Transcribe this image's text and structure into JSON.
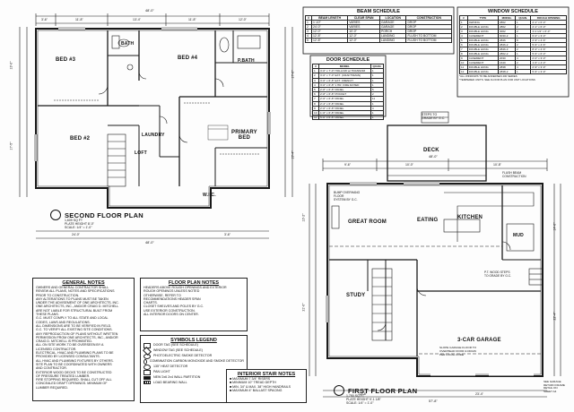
{
  "second_floor": {
    "title": "SECOND FLOOR PLAN",
    "subtitle_lines": [
      "1,609 SQ FT",
      "PLATE HEIGHT 8'-0\"",
      "SCALE: 1/4\" = 1'-0\""
    ],
    "rooms": {
      "bath": "BATH",
      "bed3": "BED #3",
      "bed4": "BED #4",
      "pbath": "P.BATH",
      "bed2": "BED #2",
      "laundry": "LAUNDRY",
      "loft": "LOFT",
      "primary_bed": "PRIMARY\nBED",
      "wic": "W.I.C."
    },
    "dims": {
      "top1": "3'-6\"",
      "top2": "11'-8\"",
      "top3": "13'-4\"",
      "top4": "11'-8\"",
      "top5": "12'-0\"",
      "overall_top": "48'-0\"",
      "overall_bottom": "48'-0\"",
      "left1": "13'-0\"",
      "left2": "17'-5\"",
      "right1": "17'-0\"",
      "right2": "19'-4\"",
      "bottom1": "24'-0\"",
      "bottom2": "3'-6\""
    }
  },
  "first_floor": {
    "title": "FIRST FLOOR PLAN",
    "subtitle_lines": [
      "1,750 SQ FT",
      "PLATE HEIGHT 9'-1 1/8\"",
      "SCALE: 1/4\" = 1'-0\""
    ],
    "rooms": {
      "deck": "DECK",
      "great_room": "GREAT ROOM",
      "eating": "EATING",
      "kitchen": "KITCHEN",
      "mud": "MUD",
      "study": "STUDY",
      "garage": "3-CAR GARAGE"
    },
    "notes": {
      "stairs": "STEPS TO\nGRADE BY G.C.",
      "overhang": "BUMP OVERHANG\nFLOOR\nSYSTEM BY G.C.",
      "flush": "FLUSH BEAM\nCONSTRUCTION",
      "wood_steps": "P.T. WOOD STEPS\nTO GRADE BY G.C.",
      "garage_note": "SLOPE GARAGE FLOOR TO\nOVERHEAD DOOR & DRAIN\nPER LOCAL CODE",
      "side_note": "SEE GARAGE\nRETURN FRAME\nDETAIL ON\nSHEET A4"
    },
    "dims": {
      "top1": "9'-6\"",
      "top2": "10'-0\"",
      "top3": "10'-8\"",
      "overall_top": "48'-0\"",
      "left1": "13'-2\"",
      "left2": "21'-0\"",
      "right1": "14'-0\"",
      "right2": "22'-4\"",
      "bottom1": "12'-8\"",
      "bottom2": "23'-4\"",
      "overall_bottom": "57'-8\""
    }
  },
  "beam_schedule": {
    "title": "BEAM SCHEDULE",
    "headers": [
      "#",
      "BEAM LENGTH",
      "CLEAR SPAN",
      "LOCATION",
      "CONSTRUCTION"
    ],
    "rows": [
      [
        "1",
        "1'-10\"",
        "VARIES",
        "GARAGE",
        "DROP"
      ],
      [
        "2",
        "24'-0\"",
        "VARIES",
        "GARAGE",
        "DROP"
      ],
      [
        "3",
        "12'-0\"",
        "10'-0\"",
        "PORCH",
        "DROP"
      ],
      [
        "4",
        "12'-8\"",
        "12'-0\"",
        "LANDING",
        "FLUSH TO BOTTOM"
      ],
      [
        "5",
        "12'-8\"",
        "12'-0\"",
        "LANDING",
        "FLUSH TO BOTTOM"
      ]
    ]
  },
  "door_schedule": {
    "title": "DOOR SCHEDULE",
    "headers": [
      "#",
      "MODEL",
      "QUAN."
    ],
    "rows": [
      [
        "1",
        "3'-0\" x 7'-0\" HOLLOW w/ TRANSOM",
        "1"
      ],
      [
        "2",
        "3'-0\" x 7'-0\" EXT. (CRAFTSMAN)",
        "1"
      ],
      [
        "3",
        "3'-0\" x 6'-8\" EXT. FRENCH",
        "1"
      ],
      [
        "4",
        "3'-0\" x 6'-8\" 1 HR. FIRE RATED",
        "1"
      ],
      [
        "5",
        "2'-8\" x 6'-8\" PANEL",
        "5"
      ],
      [
        "6",
        "2'-8\" x 6'-8\" POCKET",
        "2"
      ],
      [
        "7",
        "2'-6\" x 6'-8\" PANEL",
        "11"
      ],
      [
        "8",
        "2'-4\" x 6'-8\" PANEL",
        "1"
      ],
      [
        "9",
        "2'-0\" x 6'-8\" PANEL",
        "4"
      ],
      [
        "10",
        "1'-6\" x 6'-8\" PANEL",
        "1"
      ],
      [
        "11",
        "5'-0\" x 6'-8\" PANEL",
        "1"
      ]
    ]
  },
  "window_schedule": {
    "title": "WINDOW SCHEDULE",
    "headers": [
      "#",
      "TYPE",
      "MODEL",
      "QUAN.",
      "ROUGH OPENING"
    ],
    "rows": [
      [
        "1",
        "AWNING",
        "2862",
        "1",
        "2'-1\" x 6'-0\""
      ],
      [
        "2",
        "DOUBLE HUNG",
        "2862",
        "2",
        "2'-1\" x 6'-0\""
      ],
      [
        "3",
        "DOUBLE HUNG",
        "3062",
        "2",
        "3'-0 1/2\" x 6'-0\""
      ],
      [
        "4",
        "CASEMENT",
        "6030-2",
        "1",
        "6'-0\" x 3'-0\""
      ],
      [
        "5",
        "DOUBLE HUNG",
        "2846",
        "8",
        "2'-9\" x 4'-6\""
      ],
      [
        "6",
        "DOUBLE HUNG",
        "2846-2",
        "2",
        "5'-6\" x 4'-6\""
      ],
      [
        "7",
        "DOUBLE HUNG",
        "2846-3",
        "2",
        "8'-3\" x 4'-6\""
      ],
      [
        "8",
        "DOUBLE HUNG",
        "2862-2",
        "1",
        "5'-6\" x 6'-0\""
      ],
      [
        "9",
        "CASEMENT",
        "2030",
        "4",
        "2'-0\" x 3'-0\""
      ],
      [
        "10",
        "CASEMENT",
        "1640",
        "2",
        "1'-6\" x 4'-0\""
      ],
      [
        "11",
        "DOUBLE HUNG",
        "2838",
        "4",
        "2'-9\" x 3'-9\""
      ],
      [
        "12",
        "DOUBLE HUNG",
        "2838-2",
        "1",
        "5'-6\" x 3'-9\""
      ]
    ],
    "footnotes": [
      "*ALL WINDOWS TO BE ANDERSEN 400 SERIES",
      "*TEMPERED UNITS: SEE FLOOR PLAN FOR UNIT LOCATIONS"
    ]
  },
  "general_notes": {
    "title": "GENERAL NOTES",
    "lines": [
      "OWNERS AND GENERAL CONTRACTOR SHALL",
      "REVIEW ALL PLANS, NOTES AND SPECIFICATIONS",
      "PRIOR TO CONSTRUCTION.",
      "ANY ALTERATIONS TO PLANS MUST BE TAKEN",
      "UNDER THE ADVISEMENT OF ONE ARCHITECTS, INC.",
      "ONE ARCHITECTS, INC., AND/OR CRAIG D. MITCHELL",
      "ARE NOT LIABLE FOR STRUCTURAL BUILT FROM",
      "THESE PLANS.",
      "G.C. MUST COMPLY TO ALL STATE AND LOCAL",
      "CODES, LAWS AND REGULATIONS.",
      "ALL DIMENSIONS ARE TO BE VERIFIED IN FIELD.",
      "G.C. TO VERIFY ALL EXISTING SITE CONDITIONS.",
      "ANY REPRODUCTION OF PLANS WITHOUT WRITTEN",
      "PERMISSION FROM ONE ARCHITECTS, INC., AND/OR",
      "CRAIG D. MITCHELL IS PROHIBITED.",
      "ALL ON SITE WORK TO BE OVERSEEN BY A",
      "LICENSED CONTRACTOR.",
      "ELECTRICAL, HVAC AND PLUMBING PLANS TO BE",
      "PROVIDED BY LICENSED CONSULTANTS.",
      "ALL HVAC AND PLUMBING FIXTURES BY OTHERS.",
      "SITE PLAN TO BE COORDINATED WITH OWNERS",
      "AND CONTRACTOR.",
      "EXTERIOR WOOD DECKS TO BE CONSTRUCTED",
      "OF PRESSURE TREATED LUMBER.",
      "FIRE STOPPING REQUIRED. SHALL CUT OFF ALL",
      "CONCEALED DRAFT OPENINGS. MINIMUM OF",
      "LUMBER REQUIRED."
    ]
  },
  "floor_plan_notes": {
    "title": "FLOOR PLAN NOTES",
    "lines": [
      "HEADERS ABOVE ROUGH OPENINGS AND EXTERIOR",
      "ROUGH OPENINGS UNLESS NOTED",
      "OTHERWISE. REFER TO",
      "RECOMMENDATIONS HEADER SPAN",
      "CHARTS.",
      "CLOSET SHELVES AND POLES BY G.C.",
      "USE EXTERIOR CONSTRUCTION.",
      "ALL INTERIOR DOORS ON CENTER."
    ]
  },
  "symbols_legend": {
    "title": "SYMBOLS LEGEND",
    "items": [
      "DOOR TAG (SEE SCHEDULE)",
      "WINDOW TAG (SEE SCHEDULE)",
      "PHOTOELECTRIC SMOKE DETECTOR",
      "COMBINATION CARBON MONOXIDE AND SMOKE DETECTOR",
      "135\" HEAT DETECTOR",
      "PAN LIGHT",
      "NEW 2x6 2x4 WALL PARTITION",
      "LOAD BEARING WALL"
    ]
  },
  "stair_notes": {
    "title": "INTERIOR STAIR NOTES",
    "lines": [
      "MAXIMUM 7 3/4\" RISERS",
      "MINIMUM 10\" TREAD DEPTH",
      "MIN. 34\" & MAX. 38\" HIGH HANDRAILS",
      "MAXIMUM 4\" BALLAST SPACING"
    ]
  }
}
